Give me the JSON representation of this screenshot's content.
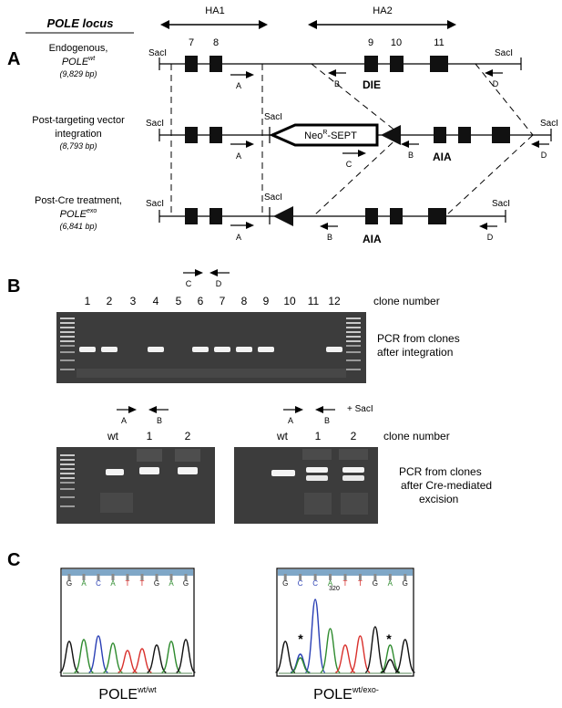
{
  "figure": {
    "panel_a": {
      "letter": "A",
      "header": "POLE locus",
      "ha1": "HA1",
      "ha2": "HA2",
      "rows": [
        {
          "title_1": "Endogenous,",
          "title_2_base": "POLE",
          "title_2_sup": "wt",
          "size": "(9,829 bp)",
          "sacl_left": "SacI",
          "sacl_right": "SacI",
          "exon_labels": [
            "7",
            "8",
            "9",
            "10",
            "11"
          ],
          "primers": [
            "A",
            "B",
            "D"
          ],
          "site": "DIE"
        },
        {
          "title_1": "Post-targeting vector",
          "title_2": "integration",
          "size": "(8,793 bp)",
          "sacl_left": "SacI",
          "sacl_mid": "SacI",
          "sacl_right": "SacI",
          "cassette": "Neo",
          "cassette_sup": "R",
          "cassette_suffix": "-SEPT",
          "primers": [
            "A",
            "C",
            "B",
            "D"
          ],
          "site": "AIA"
        },
        {
          "title_1": "Post-Cre treatment,",
          "title_2_base": "POLE",
          "title_2_sup": "exo",
          "size": "(6,841 bp)",
          "sacl_left": "SacI",
          "sacl_mid": "SacI",
          "sacl_right": "SacI",
          "primers": [
            "A",
            "B",
            "D"
          ],
          "site": "AIA"
        }
      ]
    },
    "panel_b": {
      "letter": "B",
      "primers_top": [
        "C",
        "D"
      ],
      "clone_numbers": [
        "1",
        "2",
        "3",
        "4",
        "5",
        "6",
        "7",
        "8",
        "9",
        "10",
        "11",
        "12"
      ],
      "clone_number_label": "clone number",
      "bands_present": [
        true,
        true,
        false,
        true,
        false,
        true,
        true,
        true,
        true,
        false,
        false,
        true
      ],
      "gel1_caption": [
        "PCR from clones",
        "after integration"
      ],
      "primers_bottom": [
        "A",
        "B"
      ],
      "gel2_lanes": [
        "wt",
        "1",
        "2"
      ],
      "gel3_lanes": [
        "wt",
        "1",
        "2"
      ],
      "sacl_tag": "+ SacI",
      "clone_number_label_2": "clone number",
      "gel2_caption": [
        "PCR from clones",
        "after Cre-mediated",
        "excision"
      ]
    },
    "panel_c": {
      "letter": "C",
      "seq_left": [
        "G",
        "A",
        "C",
        "A",
        "T",
        "T",
        "G",
        "A",
        "G"
      ],
      "seq_right": [
        "G",
        "C",
        "C",
        "A",
        "T",
        "T",
        "G",
        "A",
        "G"
      ],
      "position_label": "320",
      "label_left_base": "POLE",
      "label_left_sup": "wt/wt",
      "label_right_base": "POLE",
      "label_right_sup": "wt/exo-",
      "marker": "*"
    },
    "colors": {
      "a": "#2e8b2e",
      "c": "#2a3fb5",
      "g": "#111111",
      "t": "#d9302c",
      "bar": "#7fa7c7",
      "gel": "#3c3c3c"
    }
  }
}
